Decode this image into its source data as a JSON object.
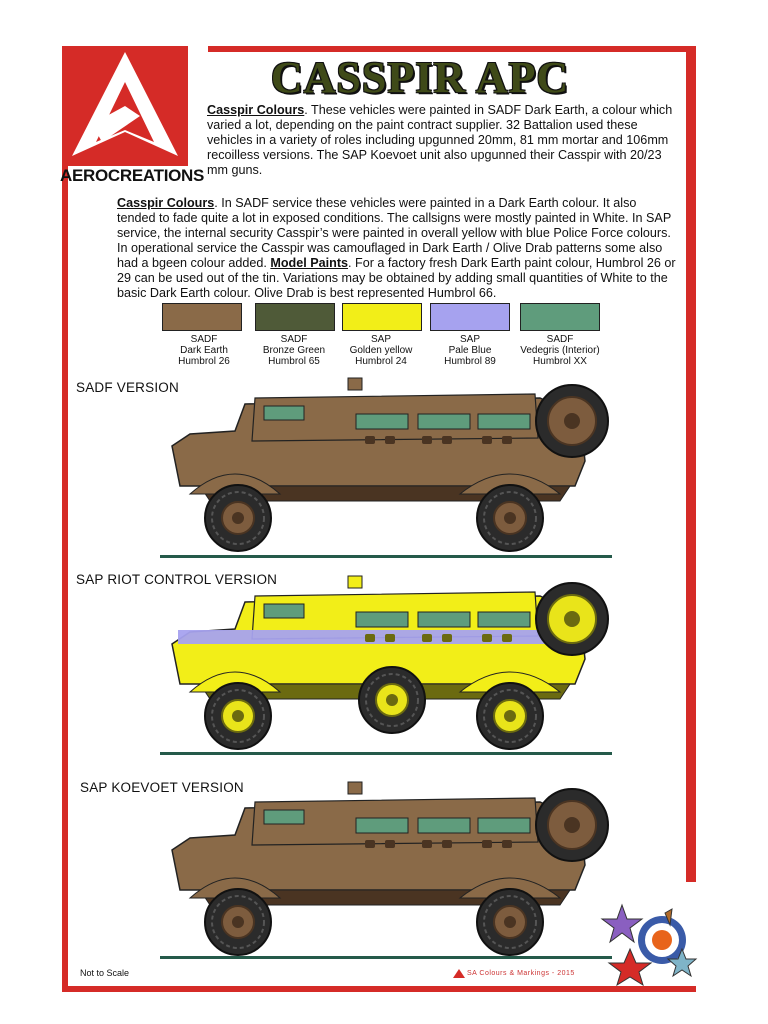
{
  "brand": {
    "name": "AEROCREATIONS"
  },
  "title": "CASSPIR APC",
  "para1": {
    "heading": "Casspir Colours",
    "text": ". These vehicles were painted in SADF Dark Earth, a colour which varied a lot, depending on the paint contract supplier. 32 Battalion used these vehicles in a variety of roles including upgunned 20mm, 81 mm mortar and 106mm recoilless versions. The SAP Koevoet unit also upgunned their Casspir with 20/23 mm guns."
  },
  "para2": {
    "heading": "Casspir Colours",
    "text_a": ". In SADF service these vehicles were painted in a Dark Earth colour. It also tended to fade quite a lot in exposed conditions. The callsigns were mostly painted in White. In SAP service, the internal security Casspir’s were painted in overall yellow with blue Police Force colours. In operational service the Casspir was camouflaged in Dark Earth / Olive Drab patterns some also had a bgeen colour added. ",
    "heading2": "Model Paints",
    "text_b": ". For a factory fresh Dark Earth paint colour, Humbrol 26 or 29 can be used out of the tin. Variations may be obtained by adding small quantities of White to the basic Dark Earth colour. Olive Drab is best represented Humbrol 66."
  },
  "swatches": [
    {
      "color": "#8a6a48",
      "line1": "SADF",
      "line2": "Dark Earth",
      "line3": "Humbrol 26"
    },
    {
      "color": "#4f5a38",
      "line1": "SADF",
      "line2": "Bronze Green",
      "line3": "Humbrol 65"
    },
    {
      "color": "#f2ee18",
      "line1": "SAP",
      "line2": "Golden yellow",
      "line3": "Humbrol 24"
    },
    {
      "color": "#a6a2ef",
      "line1": "SAP",
      "line2": "Pale Blue",
      "line3": "Humbrol 89"
    },
    {
      "color": "#5f9c7c",
      "line1": "SADF",
      "line2": "Vedegris (Interior)",
      "line3": "Humbrol XX"
    }
  ],
  "versions": [
    {
      "label": "SADF VERSION",
      "body": "#8a6a48",
      "dark": "#4a3422",
      "stripe": "",
      "hub": "#7d5c3e"
    },
    {
      "label": "SAP RIOT CONTROL VERSION",
      "body": "#f2ee18",
      "dark": "#6b6a10",
      "stripe": "#a6a2ef",
      "hub": "#e9e41a"
    },
    {
      "label": "SAP KOEVOET VERSION",
      "body": "#8a6a48",
      "dark": "#4a3422",
      "stripe": "",
      "hub": "#7d5c3e"
    }
  ],
  "footer": {
    "left": "Not to Scale",
    "right": "SA Colours & Markings - 2015"
  }
}
